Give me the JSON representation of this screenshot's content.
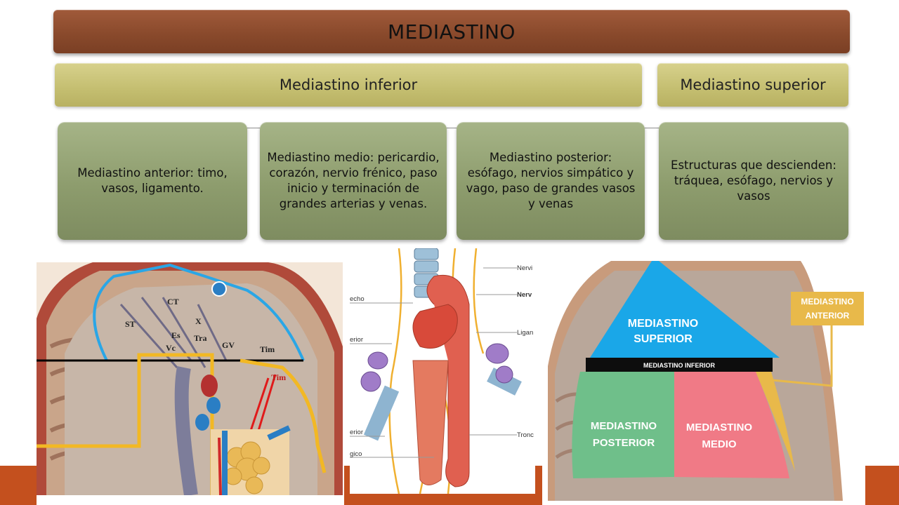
{
  "title": "MEDIASTINO",
  "sections": {
    "inferior": "Mediastino inferior",
    "superior": "Mediastino superior"
  },
  "boxes": [
    {
      "text": "Mediastino anterior: timo, vasos, ligamento."
    },
    {
      "text": "Mediastino medio: pericardio, corazón, nervio frénico, paso inicio y terminación de grandes arterias y venas."
    },
    {
      "text": "Mediastino posterior: esófago, nervios simpático y vago, paso de grandes vasos y venas"
    },
    {
      "text": "Estructuras que descienden: tráquea, esófago, nervios y vasos"
    }
  ],
  "illustration_left": {
    "labels": [
      "CT",
      "ST",
      "X",
      "Es",
      "Tra",
      "Vc",
      "GV",
      "Tim",
      "Tim"
    ]
  },
  "illustration_middle": {
    "labels": [
      "Nervi",
      "Nerv",
      "Ligan",
      "Tronc",
      "echo",
      "erior",
      "erior",
      "gico"
    ]
  },
  "illustration_right": {
    "regions": {
      "superior": "MEDIASTINO SUPERIOR",
      "inferior_bar": "MEDIASTINO INFERIOR",
      "posterior": "MEDIASTINO POSTERIOR",
      "medio": "MEDIASTINO MEDIO",
      "anterior": "MEDIASTINO ANTERIOR"
    },
    "colors": {
      "superior": "#1aa7e8",
      "posterior": "#6fbf8a",
      "medio": "#f07a86",
      "anterior": "#e8b94a"
    }
  },
  "colors": {
    "title_bar": "#8a4a2c",
    "section": "#c4be70",
    "box": "#8d9c6d",
    "strip": "#c4501e"
  }
}
